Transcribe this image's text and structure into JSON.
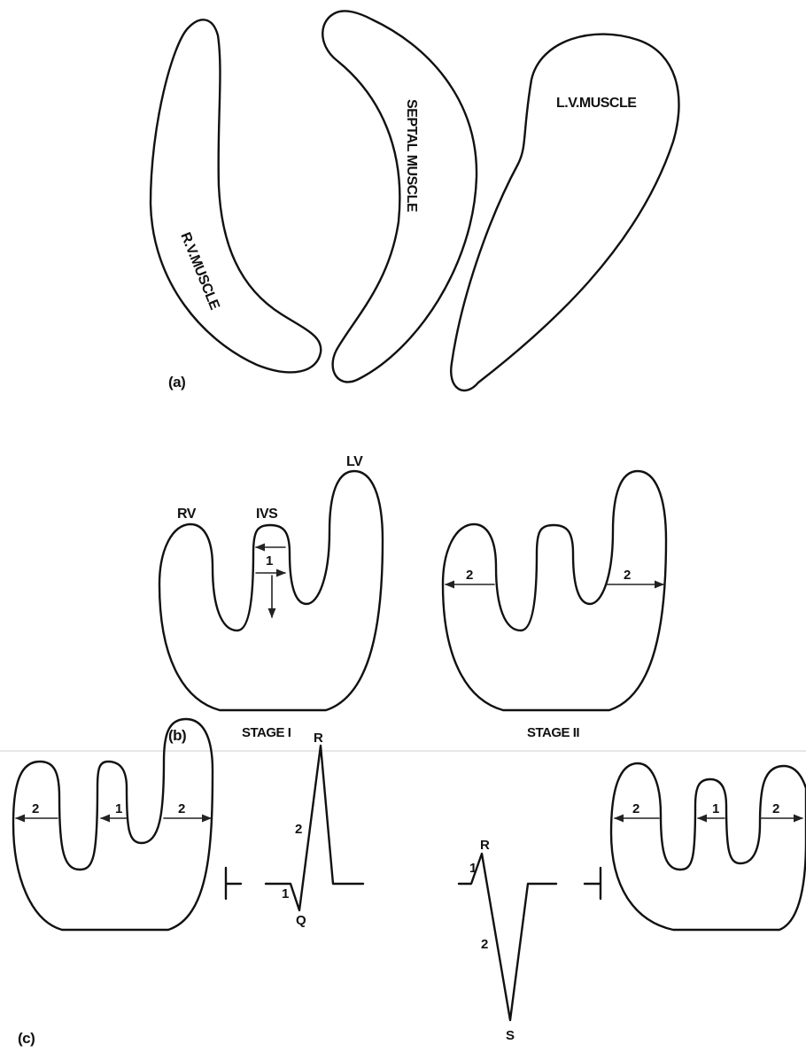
{
  "panel_a": {
    "tag": "(a)",
    "rv_label": "R.V.MUSCLE",
    "septal_label": "SEPTAL MUSCLE",
    "lv_label": "L.V.MUSCLE"
  },
  "panel_b": {
    "tag": "(b)",
    "rv": "RV",
    "ivs": "IVS",
    "lv": "LV",
    "stage1": "STAGE I",
    "stage2": "STAGE II",
    "arrow_1": "1",
    "arrow_2_left": "2",
    "arrow_2_right": "2"
  },
  "panel_c": {
    "tag": "(c)",
    "left_heart": {
      "a": "2",
      "b": "1",
      "c": "2"
    },
    "qrs_left": {
      "R": "R",
      "Q": "Q",
      "seg1": "1",
      "seg2": "2"
    },
    "qrs_right": {
      "R": "R",
      "S": "S",
      "seg1": "1",
      "seg2": "2"
    },
    "right_heart": {
      "a": "2",
      "b": "1",
      "c": "2"
    }
  }
}
